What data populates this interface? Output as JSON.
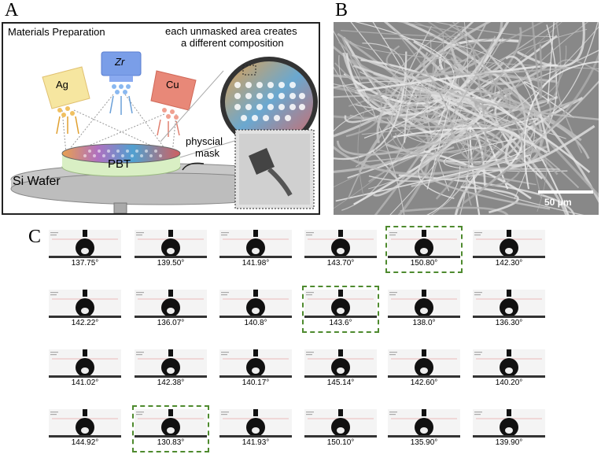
{
  "panel_labels": {
    "a": "A",
    "b": "B",
    "c": "C"
  },
  "panel_a": {
    "heading": "Materials Preparation",
    "annotation_line1": "each unmasked area creates",
    "annotation_line2": "a different composition",
    "target_ag": "Ag",
    "target_zr": "Zr",
    "target_cu": "Cu",
    "mask_label_line1": "physcial",
    "mask_label_line2": "mask",
    "substrate_label": "PBT",
    "wafer_label": "Si Wafer"
  },
  "panel_b": {
    "scale_bar_label": "50 μm"
  },
  "panel_c": {
    "angles": [
      [
        "137.75°",
        "139.50°",
        "141.98°",
        "143.70°",
        "150.80°",
        "142.30°"
      ],
      [
        "142.22°",
        "136.07°",
        "140.8°",
        "143.6°",
        "138.0°",
        "136.30°"
      ],
      [
        "141.02°",
        "142.38°",
        "140.17°",
        "145.14°",
        "142.60°",
        "140.20°"
      ],
      [
        "144.92°",
        "130.83°",
        "141.93°",
        "150.10°",
        "135.90°",
        "139.90°"
      ]
    ],
    "highlighted": [
      [
        0,
        4
      ],
      [
        1,
        3
      ],
      [
        3,
        1
      ]
    ],
    "highlight_color": "#4e8a2e"
  }
}
